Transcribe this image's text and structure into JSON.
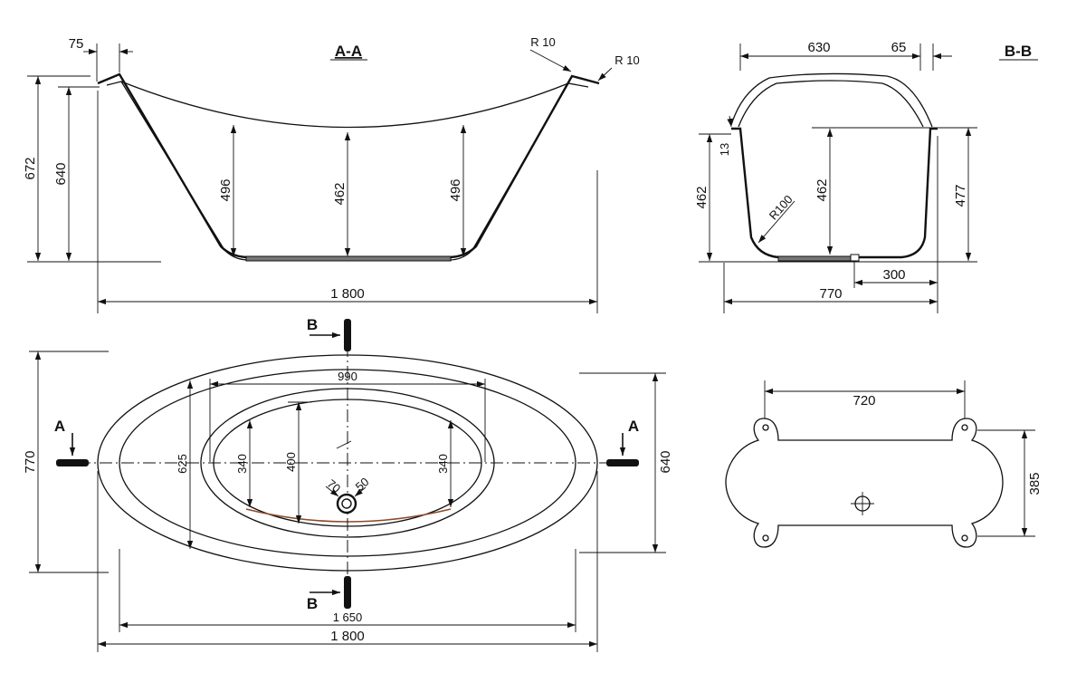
{
  "sections": {
    "aa": "A-A",
    "bb": "B-B"
  },
  "cut_markers": {
    "a": "A",
    "b": "B"
  },
  "dims": {
    "aa_lip_width": "75",
    "aa_radius_1": "R 10",
    "aa_radius_2": "R 10",
    "aa_height_overall": "672",
    "aa_height_rim": "640",
    "aa_depth_left": "496",
    "aa_depth_center": "462",
    "aa_depth_right": "496",
    "aa_length": "1 800",
    "bb_top_width": "630",
    "bb_lip_offset": "65",
    "bb_rim_thickness": "13",
    "bb_height_left": "462",
    "bb_inner_depth": "462",
    "bb_height_right": "477",
    "bb_radius": "R100",
    "bb_drain_offset": "300",
    "bb_width": "770",
    "plan_inner_length": "990",
    "plan_width": "770",
    "plan_inner_width": "625",
    "plan_bottom_left": "340",
    "plan_bottom_center": "400",
    "plan_bottom_right": "340",
    "plan_drain_70": "70",
    "plan_drain_50": "50",
    "plan_width_right": "640",
    "plan_length_inner": "1 650",
    "plan_length": "1 800",
    "base_length": "720",
    "base_width": "385"
  }
}
